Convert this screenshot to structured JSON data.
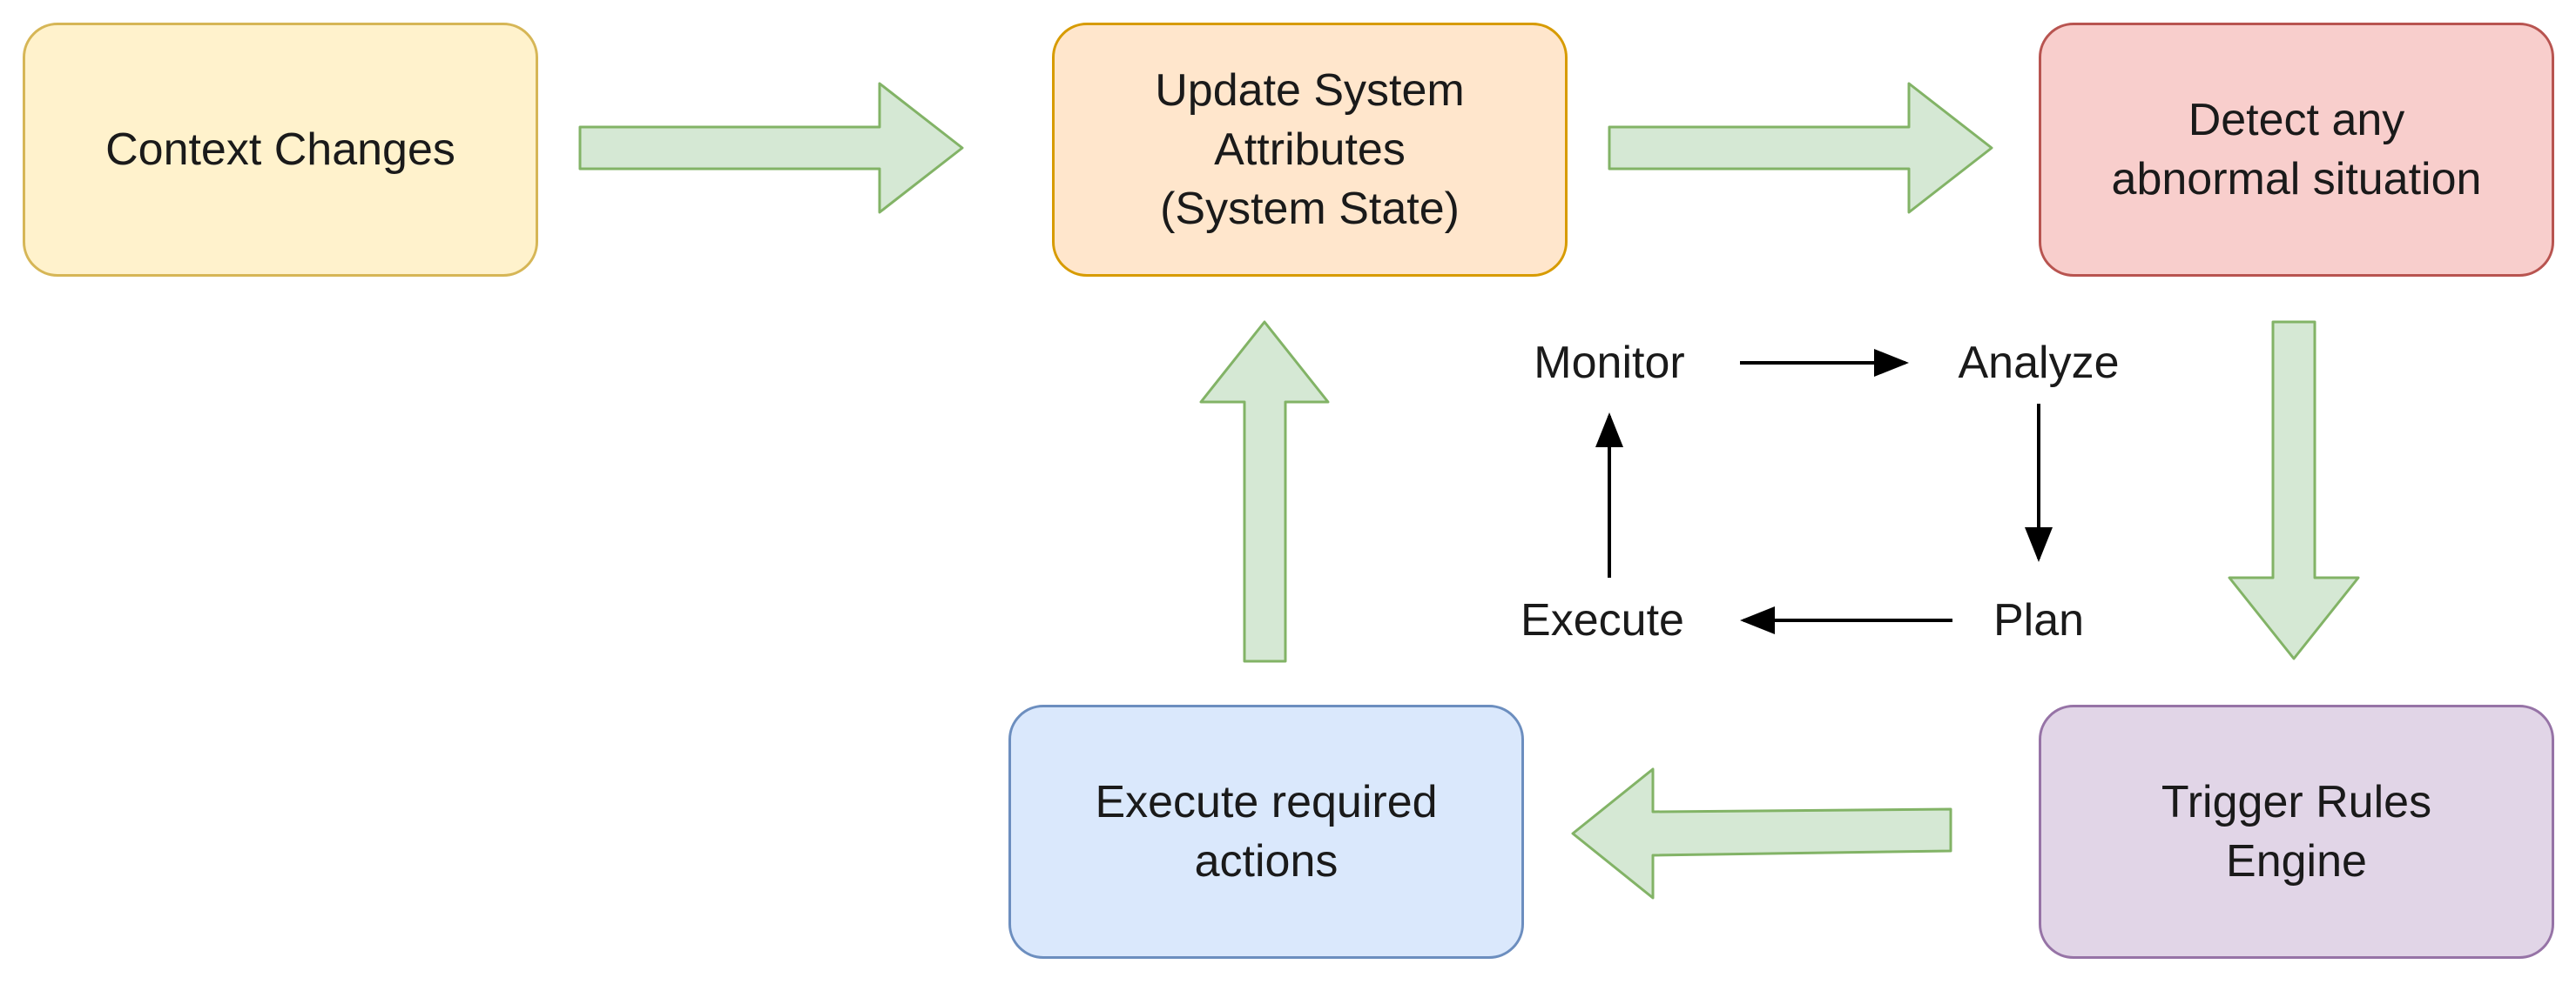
{
  "boxes": {
    "context_changes": {
      "lines": [
        "Context Changes"
      ],
      "fill": "#fff2cc",
      "stroke": "#d6b656"
    },
    "update_attributes": {
      "lines": [
        "Update System",
        "Attributes",
        "(System State)"
      ],
      "fill": "#ffe6cc",
      "stroke": "#d79b00"
    },
    "detect_abnormal": {
      "lines": [
        "Detect any",
        "abnormal situation"
      ],
      "fill": "#f8cecc",
      "stroke": "#b85450"
    },
    "trigger_rules": {
      "lines": [
        "Trigger Rules",
        "Engine"
      ],
      "fill": "#e1d5e7",
      "stroke": "#9673a6"
    },
    "execute_actions": {
      "lines": [
        "Execute required",
        "actions"
      ],
      "fill": "#dae8fc",
      "stroke": "#6c8ebf"
    }
  },
  "cycle": {
    "monitor": "Monitor",
    "analyze": "Analyze",
    "plan": "Plan",
    "execute": "Execute"
  },
  "colors": {
    "flow_arrow_fill": "#d5e8d4",
    "flow_arrow_stroke": "#82b366",
    "cycle_arrow": "#000000"
  }
}
